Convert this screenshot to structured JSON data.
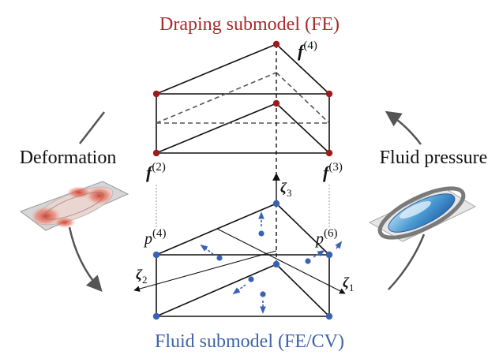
{
  "titles": {
    "top": "Draping submodel (FE)",
    "bottom": "Fluid submodel (FE/CV)"
  },
  "side_labels": {
    "left": "Deformation",
    "right": "Fluid pressure"
  },
  "node_labels": {
    "f4": {
      "base": "f",
      "sup": "(4)"
    },
    "f2": {
      "base": "f",
      "sup": "(2)"
    },
    "f3": {
      "base": "f",
      "sup": "(3)"
    },
    "p4": {
      "base": "p",
      "sup": "(4)"
    },
    "p6": {
      "base": "p",
      "sup": "(6)"
    }
  },
  "axis_labels": {
    "zeta1": {
      "base": "ζ",
      "sub": "1"
    },
    "zeta2": {
      "base": "ζ",
      "sub": "2"
    },
    "zeta3": {
      "base": "ζ",
      "sub": "3"
    }
  },
  "colors": {
    "red_title": "#a52a2a",
    "blue_title": "#3e63a8",
    "red_node": "#9b1c1c",
    "blue_node": "#3a62b4",
    "line": "#111111",
    "dashed": "#555555"
  }
}
